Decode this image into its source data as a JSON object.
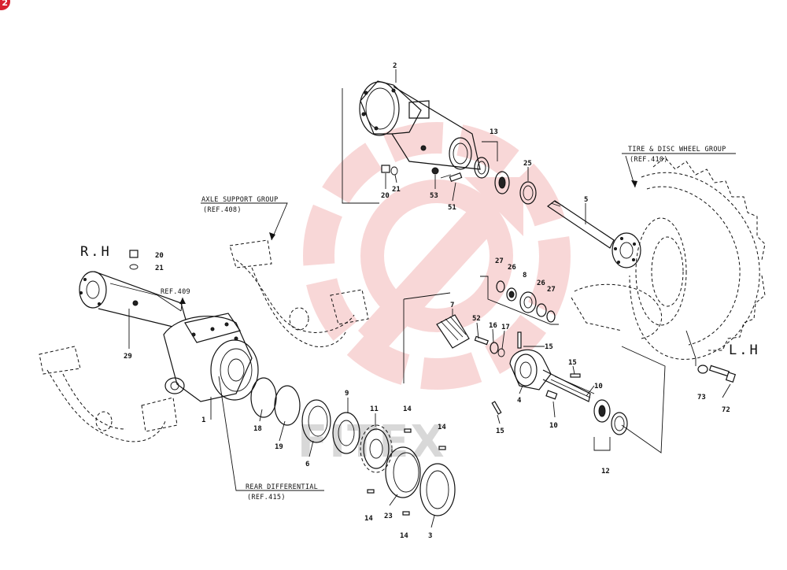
{
  "badge": {
    "text": "2",
    "color": "#d8222f"
  },
  "watermark": {
    "text": "FITEX",
    "color": "#f3c4c4"
  },
  "side_labels": {
    "right": "R.H",
    "left": "L.H"
  },
  "references": {
    "axle_support": {
      "title": "AXLE SUPPORT GROUP",
      "ref": "(REF.408)"
    },
    "tire_disc": {
      "title": "TIRE & DISC WHEEL GROUP",
      "ref": "(REF.410)"
    },
    "rear_diff": {
      "title": "REAR DIFFERENTIAL",
      "ref": "(REF.415)"
    },
    "ref_409": "REF.409"
  },
  "callouts": {
    "c2": "2",
    "c13": "13",
    "c25": "25",
    "c5": "5",
    "c20a": "20",
    "c21a": "21",
    "c53": "53",
    "c51": "51",
    "c20b": "20",
    "c21b": "21",
    "c29": "29",
    "c1": "1",
    "c18": "18",
    "c19": "19",
    "c6": "6",
    "c9": "9",
    "c11": "11",
    "c14a": "14",
    "c14b": "14",
    "c14c": "14",
    "c14d": "14",
    "c23": "23",
    "c3": "3",
    "c7": "7",
    "c52": "52",
    "c16": "16",
    "c17": "17",
    "c15a": "15",
    "c15b": "15",
    "c15c": "15",
    "c27a": "27",
    "c26a": "26",
    "c8": "8",
    "c26b": "26",
    "c27b": "27",
    "c4": "4",
    "c10a": "10",
    "c10b": "10",
    "c12": "12",
    "c73": "73",
    "c72": "72"
  }
}
